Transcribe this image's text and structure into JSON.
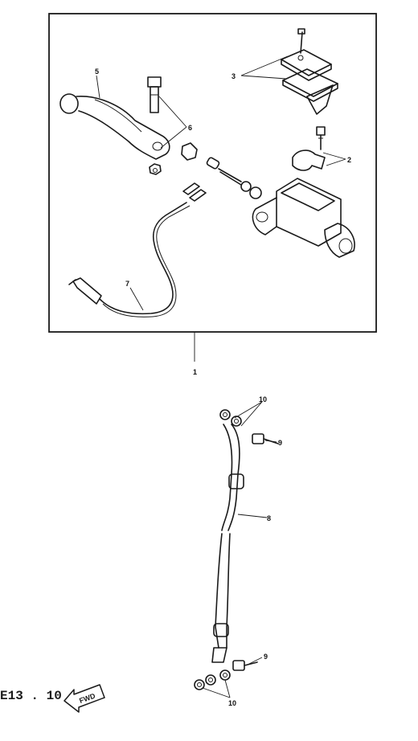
{
  "callouts": {
    "master_cylinder_assy": "1",
    "cap_bolt_set": "2",
    "reservoir_cap_set": "3",
    "lever": "5",
    "lever_bolt_set": "6",
    "brake_switch": "7",
    "brake_hose": "8",
    "union_bolt_upper": "9",
    "union_bolt_lower": "9",
    "gasket_upper": "10",
    "gasket_lower": "10"
  },
  "footer": {
    "code": "E13 . 10",
    "direction": "FWD"
  },
  "colors": {
    "ink": "#1a1a1a",
    "paper": "#ffffff"
  }
}
